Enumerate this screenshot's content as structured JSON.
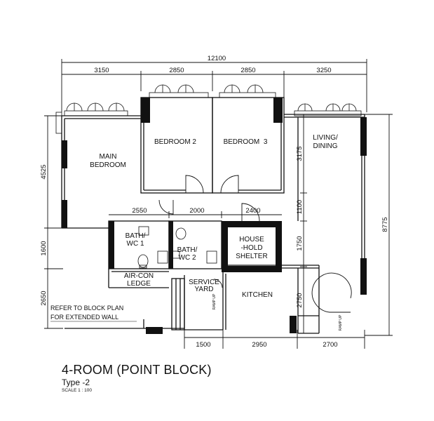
{
  "dimensions": {
    "overall_width": "12100",
    "top": [
      "3150",
      "2850",
      "2850",
      "3250"
    ],
    "bottom": [
      "1500",
      "2950",
      "2700"
    ],
    "left": [
      "4525",
      "1600",
      "2650"
    ],
    "right_total": "8775",
    "right_inner": [
      "3175",
      "1100",
      "1750",
      "2750"
    ],
    "interior": [
      "2550",
      "2000",
      "2400"
    ]
  },
  "rooms": {
    "main_bedroom": [
      "MAIN",
      "BEDROOM"
    ],
    "bedroom_2": "BEDROOM 2",
    "bedroom_3": "BEDROOM  3",
    "living_dining": [
      "LIVING/",
      "DINING"
    ],
    "bath_wc1": [
      "BATH/",
      "WC 1"
    ],
    "bath_wc2": [
      "BATH/",
      "WC 2"
    ],
    "household_shelter": [
      "HOUSE",
      "-HOLD",
      "SHELTER"
    ],
    "aircon_ledge": [
      "AIR-CON",
      "LEDGE"
    ],
    "service_yard": [
      "SERVICE",
      "YARD"
    ],
    "kitchen": "KITCHEN"
  },
  "ramp_label": "RAMP UP",
  "note": [
    "REFER TO BLOCK PLAN",
    "FOR EXTENDED WALL"
  ],
  "title": {
    "name": "4-ROOM (POINT BLOCK)",
    "type": "Type -2",
    "scale": "SCALE  1 : 100"
  }
}
